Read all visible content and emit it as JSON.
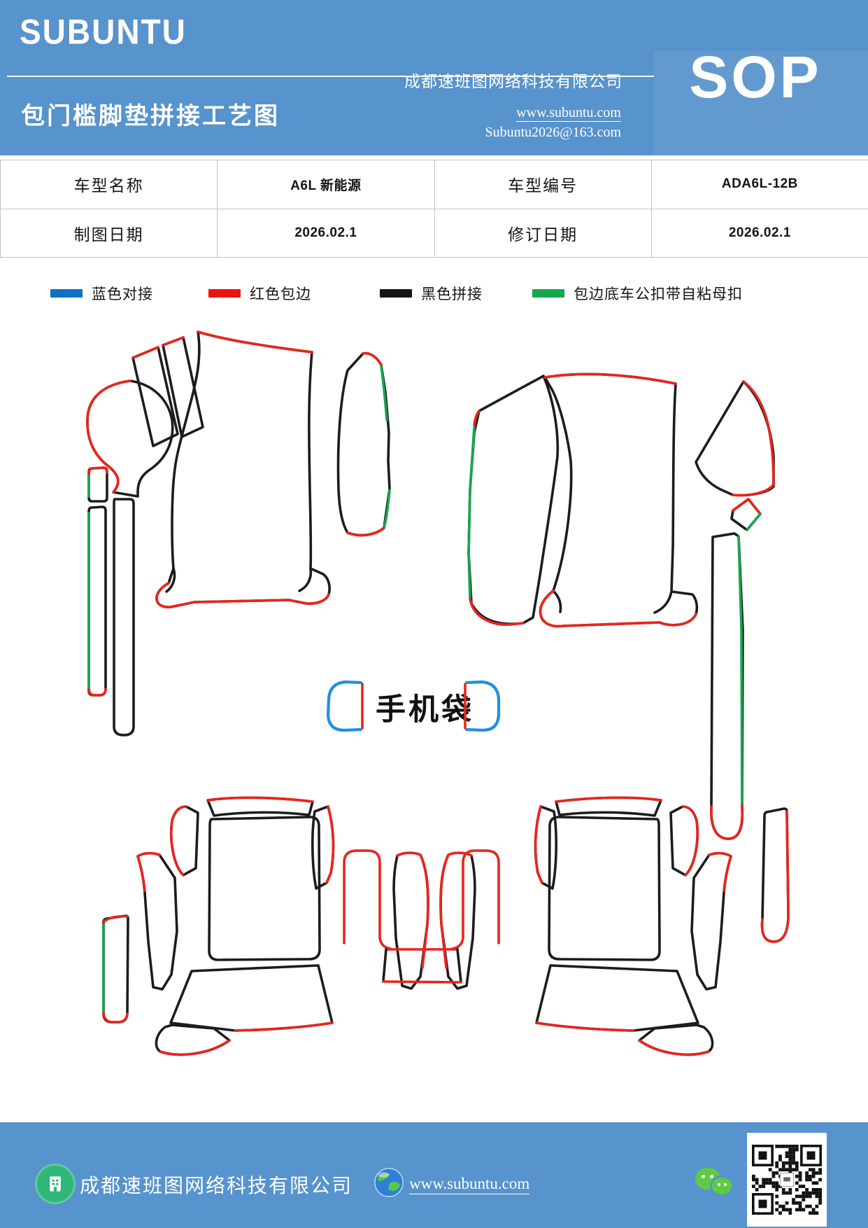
{
  "header": {
    "logo": "SUBUNTU",
    "title": "包门槛脚垫拼接工艺图",
    "company": "成都速班图网络科技有限公司",
    "website": "www.subuntu.com",
    "email": "Subuntu2026@163.com",
    "sop_label": "SOP"
  },
  "info_table": {
    "rows": [
      {
        "cells": [
          "车型名称",
          "A6L 新能源",
          "车型编号",
          "ADA6L-12B"
        ]
      },
      {
        "cells": [
          "制图日期",
          "2026.02.1",
          "修订日期",
          "2026.02.1"
        ]
      }
    ]
  },
  "legend": {
    "items": [
      {
        "label": "蓝色对接",
        "color": "#0d72c4"
      },
      {
        "label": "红色包边",
        "color": "#e81510"
      },
      {
        "label": "黑色拼接",
        "color": "#161616"
      },
      {
        "label": "包边底车公扣带自粘母扣",
        "color": "#17a64f"
      }
    ]
  },
  "diagram": {
    "phone_bag_label": "手机袋",
    "line_colors": {
      "black": "#1c1c1c",
      "red": "#e8251d",
      "green": "#17a64f",
      "blue": "#2090e0"
    }
  },
  "footer": {
    "company": "成都速班图网络科技有限公司",
    "website": "www.subuntu.com"
  }
}
